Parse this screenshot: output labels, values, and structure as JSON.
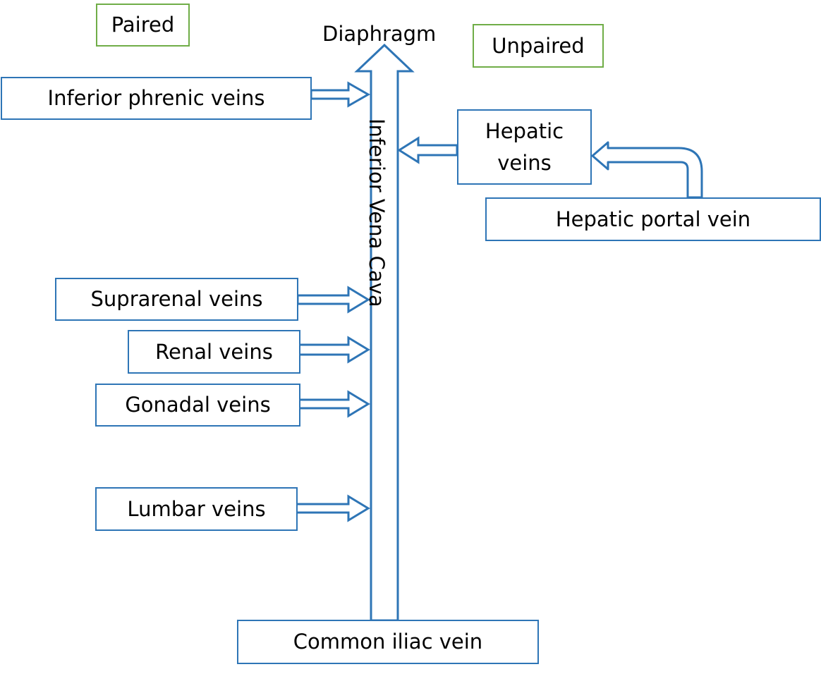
{
  "groups": {
    "paired": "Paired",
    "unpaired": "Unpaired"
  },
  "landmarks": {
    "diaphragm": "Diaphragm",
    "ivc": "Inferior Vena Cava"
  },
  "paired_veins": [
    "Inferior phrenic veins",
    "Suprarenal veins",
    "Renal veins",
    "Gonadal veins",
    "Lumbar veins"
  ],
  "unpaired_veins": {
    "hepatic_line1": "Hepatic",
    "hepatic_line2": "veins",
    "hepatic_portal": "Hepatic portal vein"
  },
  "source": "Common iliac vein",
  "colors": {
    "arrow_stroke": "#2e75b6",
    "box_border": "#2e75b6",
    "group_border": "#70ad47"
  }
}
